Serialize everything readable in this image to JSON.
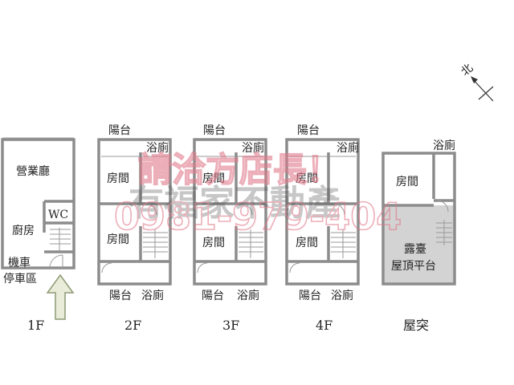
{
  "compass": {
    "label": "北"
  },
  "floors": {
    "f1": {
      "label": "1F",
      "rooms": {
        "business_hall": "營業廳",
        "wc": "WC",
        "kitchen": "廚房",
        "parking": "機車\n停車區"
      }
    },
    "f2": {
      "label": "2F",
      "rooms": {
        "balcony_top": "陽台",
        "bath_top": "浴廁",
        "room_upper": "房間",
        "room_lower": "房間",
        "balcony_bottom": "陽台",
        "bath_bottom": "浴廁"
      }
    },
    "f3": {
      "label": "3F",
      "rooms": {
        "balcony_top": "陽台",
        "bath_top": "浴廁",
        "room_upper": "房間",
        "room_lower": "房間",
        "balcony_bottom": "陽台",
        "bath_bottom": "浴廁"
      }
    },
    "f4": {
      "label": "4F",
      "rooms": {
        "balcony_top": "陽台",
        "bath_top": "浴廁",
        "room_upper": "房間",
        "room_lower": "房間",
        "balcony_bottom": "陽台",
        "bath_bottom": "浴廁"
      }
    },
    "roof": {
      "label": "屋突",
      "rooms": {
        "bath": "浴廁",
        "room": "房間",
        "terrace": "露臺\n屋頂平台"
      }
    }
  },
  "watermark": {
    "line1": "請洽方店長！",
    "line2": "有福家不動產",
    "line3": "0981-979-404"
  },
  "colors": {
    "wall": "#8c8c8c",
    "terrace_fill": "#d3d3d3",
    "arrow_fill": "#e8ecd8",
    "arrow_stroke": "#8e9a74",
    "watermark": "#e07a8a"
  }
}
